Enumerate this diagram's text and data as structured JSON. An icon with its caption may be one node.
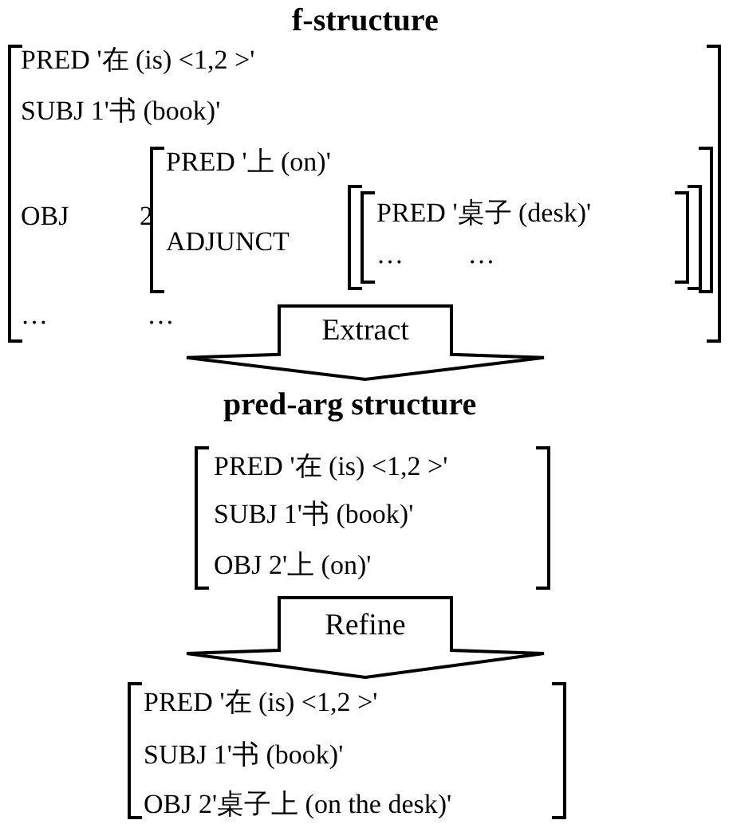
{
  "diagram": {
    "nodes": [
      {
        "text": [
          "f-structure",
          "PRED '在 (is) <1,2 >'",
          "SUBJ 1'书 (book)'",
          "OBJ 2",
          "… …"
        ]
      },
      {
        "text": [
          "PRED '上 (on)'",
          "ADJUNCT"
        ],
        "in": 0
      },
      {
        "text": [
          "PRED '桌子 (desk)'",
          "… …"
        ],
        "in": 1
      },
      {
        "text": [
          "pred-arg structure",
          "PRED '在 (is) <1,2 >'",
          "SUBJ 1'书 (book)'",
          "OBJ 2'上 (on)'"
        ]
      },
      {
        "text": [
          "PRED '在 (is) <1,2 >'",
          "SUBJ 1'书 (book)'",
          "OBJ 2'桌子上 (on the desk)'"
        ]
      }
    ],
    "edges": [
      {
        "from": 0,
        "to": 3,
        "label": "Extract",
        "arrow": "to"
      },
      {
        "from": 3,
        "to": 4,
        "label": "Refine",
        "arrow": "to"
      }
    ]
  }
}
